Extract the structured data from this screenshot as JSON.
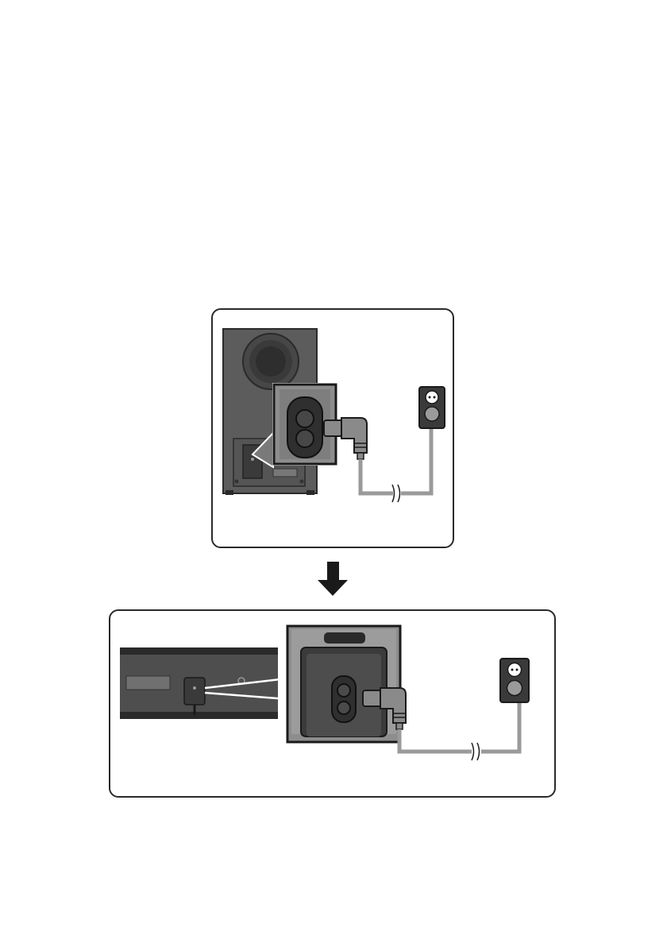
{
  "diagram": {
    "steps": [
      {
        "id": "subwoofer-power-connection",
        "device": "subwoofer"
      },
      {
        "id": "soundbar-power-connection",
        "device": "soundbar"
      }
    ],
    "icons": {
      "step_arrow": "arrow-down-icon",
      "outlet": "wall-outlet-icon",
      "plug": "power-plug-icon",
      "socket": "figure-8-power-socket-icon",
      "cable_break": "cable-break-icon"
    },
    "colors": {
      "panel_border": "#2a2a2a",
      "device_body": "#5a5a5a",
      "device_dark": "#3a3a3a",
      "callout_background": "#8a8a8a",
      "cable": "#9a9a9a",
      "arrow": "#1a1a1a"
    }
  }
}
